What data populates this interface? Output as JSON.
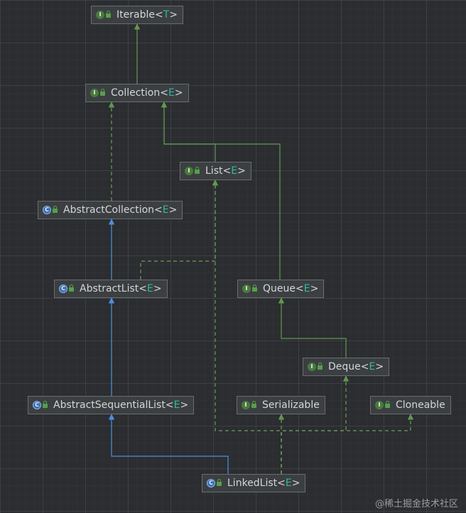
{
  "nodes": [
    {
      "id": "iterable",
      "kind": "interface",
      "kind_letter": "I",
      "name": "Iterable",
      "lt": "<",
      "type_param": "T",
      "gt": ">"
    },
    {
      "id": "collection",
      "kind": "interface",
      "kind_letter": "I",
      "name": "Collection",
      "lt": "<",
      "type_param": "E",
      "gt": ">"
    },
    {
      "id": "list",
      "kind": "interface",
      "kind_letter": "I",
      "name": "List",
      "lt": "<",
      "type_param": "E",
      "gt": ">"
    },
    {
      "id": "abstract-collection",
      "kind": "abstract-class",
      "kind_letter": "C",
      "name": "AbstractCollection",
      "lt": "<",
      "type_param": "E",
      "gt": ">"
    },
    {
      "id": "abstract-list",
      "kind": "abstract-class",
      "kind_letter": "C",
      "name": "AbstractList",
      "lt": "<",
      "type_param": "E",
      "gt": ">"
    },
    {
      "id": "queue",
      "kind": "interface",
      "kind_letter": "I",
      "name": "Queue",
      "lt": "<",
      "type_param": "E",
      "gt": ">"
    },
    {
      "id": "deque",
      "kind": "interface",
      "kind_letter": "I",
      "name": "Deque",
      "lt": "<",
      "type_param": "E",
      "gt": ">"
    },
    {
      "id": "abstract-sequential-list",
      "kind": "abstract-class",
      "kind_letter": "C",
      "name": "AbstractSequentialList",
      "lt": "<",
      "type_param": "E",
      "gt": ">"
    },
    {
      "id": "serializable",
      "kind": "interface",
      "kind_letter": "I",
      "name": "Serializable",
      "lt": "",
      "type_param": "",
      "gt": ""
    },
    {
      "id": "cloneable",
      "kind": "interface",
      "kind_letter": "I",
      "name": "Cloneable",
      "lt": "",
      "type_param": "",
      "gt": ""
    },
    {
      "id": "linked-list",
      "kind": "class",
      "kind_letter": "C",
      "name": "LinkedList",
      "lt": "<",
      "type_param": "E",
      "gt": ">"
    }
  ],
  "edges": [
    {
      "from": "collection",
      "to": "iterable",
      "relation": "extends-interface"
    },
    {
      "from": "list",
      "to": "collection",
      "relation": "extends-interface"
    },
    {
      "from": "queue",
      "to": "collection",
      "relation": "extends-interface"
    },
    {
      "from": "abstract-collection",
      "to": "collection",
      "relation": "implements"
    },
    {
      "from": "abstract-list",
      "to": "abstract-collection",
      "relation": "extends-class"
    },
    {
      "from": "abstract-list",
      "to": "list",
      "relation": "implements"
    },
    {
      "from": "deque",
      "to": "queue",
      "relation": "extends-interface"
    },
    {
      "from": "abstract-sequential-list",
      "to": "abstract-list",
      "relation": "extends-class"
    },
    {
      "from": "linked-list",
      "to": "abstract-sequential-list",
      "relation": "extends-class"
    },
    {
      "from": "linked-list",
      "to": "list",
      "relation": "implements"
    },
    {
      "from": "linked-list",
      "to": "deque",
      "relation": "implements"
    },
    {
      "from": "linked-list",
      "to": "serializable",
      "relation": "implements"
    },
    {
      "from": "linked-list",
      "to": "cloneable",
      "relation": "implements"
    }
  ],
  "colors": {
    "extends_interface": "#5f9a4f",
    "implements": "#6f9c5c",
    "extends_class": "#4e8fe0"
  },
  "watermark": "@稀土掘金技术社区"
}
